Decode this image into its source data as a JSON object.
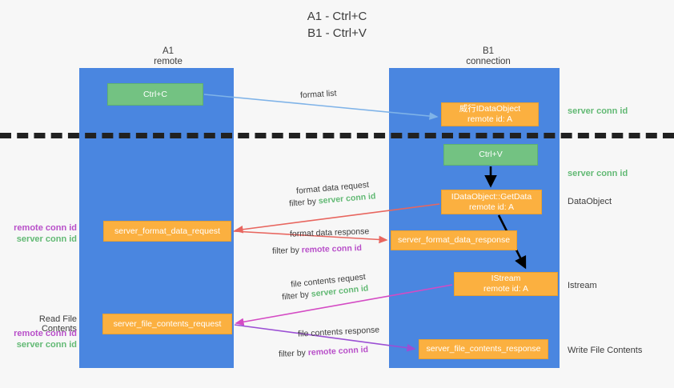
{
  "title": {
    "line1": "A1 - Ctrl+C",
    "line2": "B1 - Ctrl+V"
  },
  "columns": [
    {
      "name": "A1",
      "sub": "remote"
    },
    {
      "name": "B1",
      "sub": "connection"
    }
  ],
  "boxes": {
    "ctrl_c": {
      "label": "Ctrl+C",
      "color": "#73c282"
    },
    "idataobject": {
      "line1": "威行IDataObject",
      "line2": "remote id: A",
      "color": "#fbb040"
    },
    "ctrl_v": {
      "label": "Ctrl+V",
      "color": "#73c282"
    },
    "getdata": {
      "line1": "IDataObject::GetData",
      "line2": "remote id: A",
      "color": "#fbb040"
    },
    "server_format_data_request": {
      "label": "server_format_data_request",
      "color": "#fbb040"
    },
    "server_format_data_response": {
      "label": "server_format_data_response",
      "color": "#fbb040"
    },
    "istream": {
      "line1": "IStream",
      "line2": "remote id: A",
      "color": "#fbb040"
    },
    "server_file_contents_request": {
      "label": "server_file_contents_request",
      "color": "#fbb040"
    },
    "server_file_contents_response": {
      "label": "server_file_contents_response",
      "color": "#fbb040"
    }
  },
  "edge_labels": {
    "format_list": "format list",
    "format_data_request": "format data request",
    "format_data_request_filter_prefix": "filter by ",
    "format_data_request_filter_value": "server conn id",
    "format_data_response": "format data response",
    "format_data_response_filter_prefix": "filter by ",
    "format_data_response_filter_value": "remote conn id",
    "file_contents_request": "file contents request",
    "file_contents_request_filter_prefix": "filter by ",
    "file_contents_request_filter_value": "server conn id",
    "file_contents_response": "file contents response",
    "file_contents_response_filter_prefix": "filter by ",
    "file_contents_response_filter_value": "remote conn id"
  },
  "right_labels": {
    "server_conn_id_top": "server conn id",
    "server_conn_id_mid": "server conn id",
    "dataobject": "DataObject",
    "istream": "Istream",
    "write_file_contents": "Write File Contents"
  },
  "left_labels": {
    "remote_conn_id_1": "remote conn id",
    "server_conn_id_1": "server conn id",
    "read_file_contents": "Read File Contents",
    "remote_conn_id_2": "remote conn id",
    "server_conn_id_2": "server conn id"
  },
  "colors": {
    "lane": "#4a86e0",
    "green": "#73c282",
    "orange": "#fbb040",
    "green_text": "#62b974",
    "purple_text": "#b84fc9",
    "arrow_blue": "#7fb3e8",
    "arrow_red": "#e8665f",
    "arrow_magenta": "#d44bc4",
    "arrow_purple": "#9b4fd4",
    "arrow_black": "#000000",
    "background": "#f7f7f7"
  }
}
